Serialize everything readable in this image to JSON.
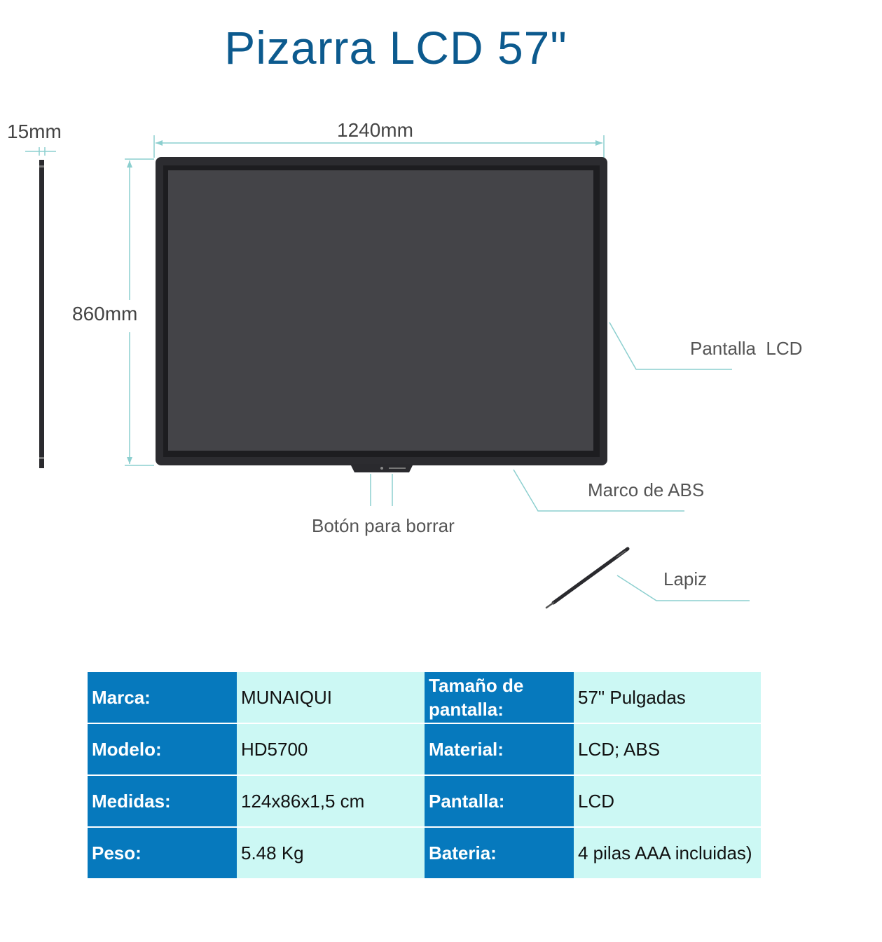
{
  "title": "Pizarra LCD 57\"",
  "dimensions": {
    "thickness": "15mm",
    "width": "1240mm",
    "height": "860mm"
  },
  "callouts": {
    "screen": "Pantalla  LCD",
    "frame": "Marco de ABS",
    "erase_button": "Botón para borrar",
    "pen": "Lapiz"
  },
  "specs": [
    {
      "label1": "Marca:",
      "value1": "MUNAIQUI",
      "label2": "Tamaño de pantalla:",
      "value2": "57\" Pulgadas"
    },
    {
      "label1": "Modelo:",
      "value1": "HD5700",
      "label2": "Material:",
      "value2": "LCD; ABS"
    },
    {
      "label1": "Medidas:",
      "value1": "124x86x1,5 cm",
      "label2": "Pantalla:",
      "value2": "LCD"
    },
    {
      "label1": "Peso:",
      "value1": "5.48 Kg",
      "label2": "Bateria:",
      "value2": "4 pilas AAA incluidas)"
    }
  ],
  "colors": {
    "title": "#0c5a8e",
    "header_cell": "#0679bd",
    "value_cell": "#ccf8f4",
    "dimension_line": "#8ccfcf",
    "board_frame": "#2c2c30",
    "board_screen": "#444448"
  }
}
